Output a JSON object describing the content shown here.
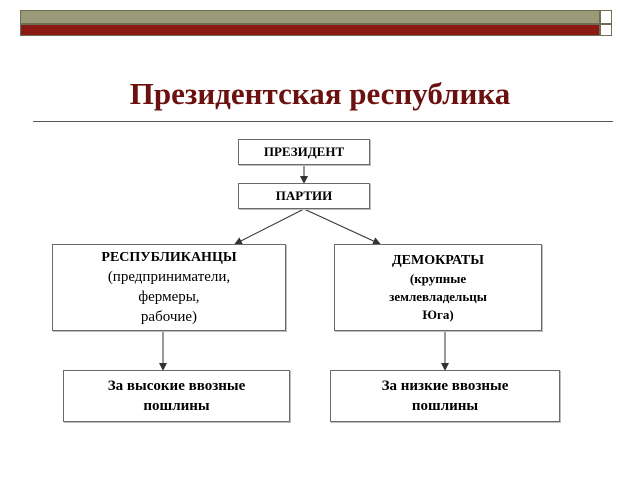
{
  "title": "Президентская республика",
  "colors": {
    "title": "#6b1210",
    "bar_olive": "#9a9a78",
    "bar_red": "#8b1a14"
  },
  "diagram": {
    "president": "ПРЕЗИДЕНТ",
    "parties": "ПАРТИИ",
    "republicans": {
      "name": "РЕСПУБЛИКАНЦЫ",
      "lines": [
        "(предприниматели,",
        "фермеры,",
        "рабочие)"
      ]
    },
    "democrats": {
      "name": "ДЕМОКРАТЫ",
      "lines": [
        "(крупные",
        "землевладельцы",
        "Юга)"
      ]
    },
    "high_tariffs": {
      "lines": [
        "За высокие ввозные",
        "пошлины"
      ]
    },
    "low_tariffs": {
      "lines": [
        "За низкие ввозные",
        "пошлины"
      ]
    }
  }
}
